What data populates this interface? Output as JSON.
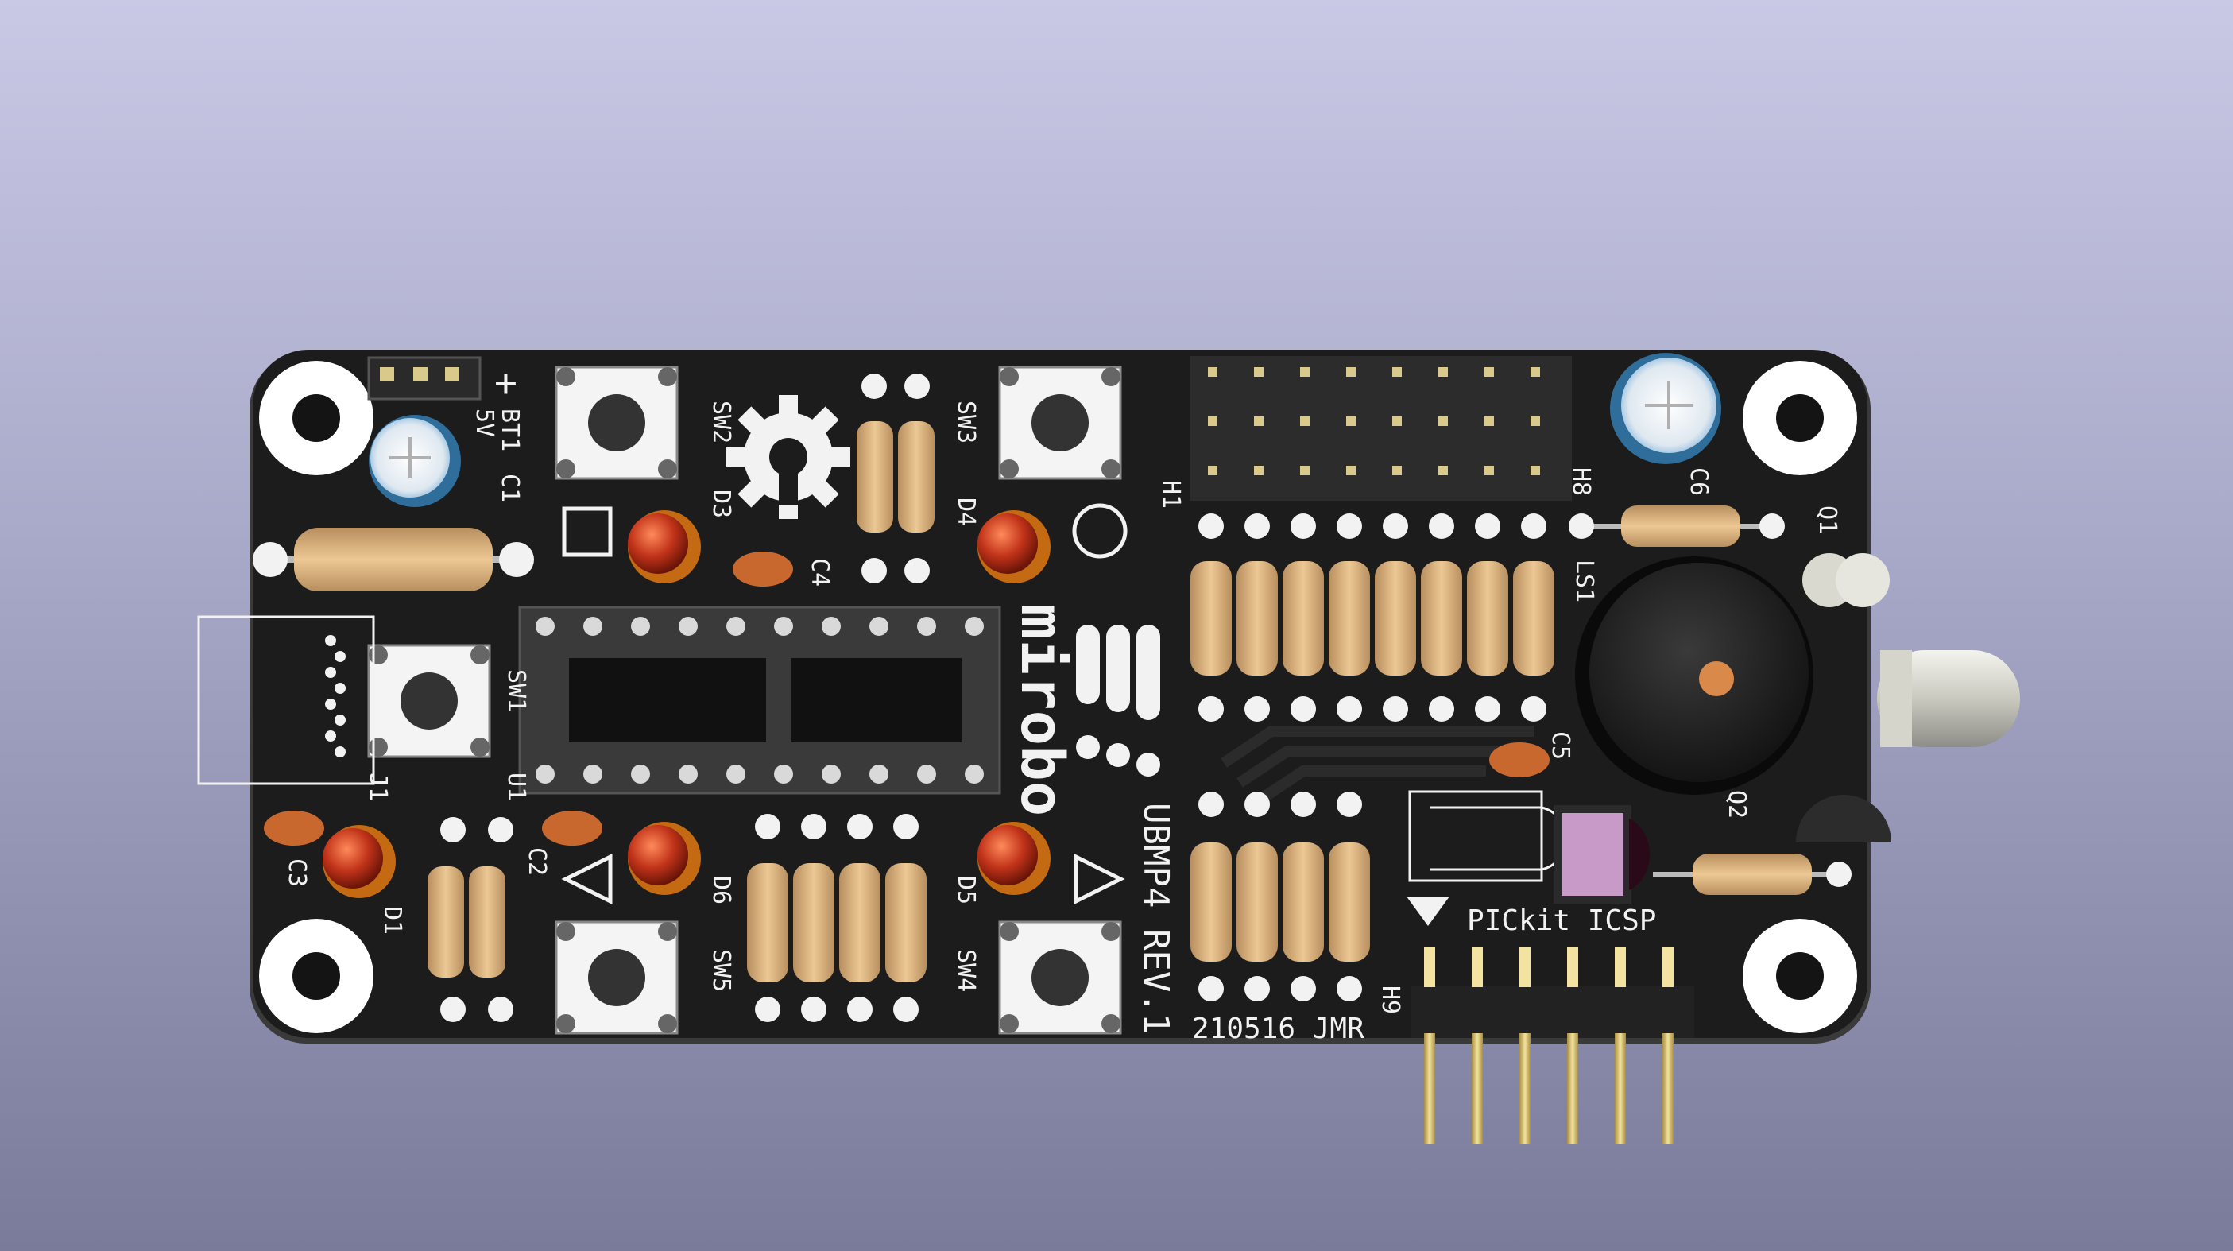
{
  "viewport": {
    "background_top": "#c9c9e6",
    "background_bottom": "#7a7a9a"
  },
  "board": {
    "color": "#1c1c1c",
    "silkscreen_color": "#f2f2f2",
    "pad_color": "#d9c98a",
    "name": "UBMP4 REV.1",
    "date_initials": "210516 JMR",
    "logo": "mirobo",
    "header_label": "PICkit ICSP",
    "ref_labels": {
      "bt1": "BT1",
      "bt1_voltage": "5V",
      "plus": "+",
      "c1": "C1",
      "sw1": "SW1",
      "sw2": "SW2",
      "sw3": "SW3",
      "sw4": "SW4",
      "sw5": "SW5",
      "d1": "D1",
      "d3": "D3",
      "d4": "D4",
      "d5": "D5",
      "d6": "D6",
      "c2": "C2",
      "c3": "C3",
      "c4": "C4",
      "c5": "C5",
      "c6": "C6",
      "h1": "H1",
      "h8": "H8",
      "h9": "H9",
      "ls1": "LS1",
      "q1": "Q1",
      "q2": "Q2",
      "j1": "J1",
      "u1": "U1"
    }
  }
}
